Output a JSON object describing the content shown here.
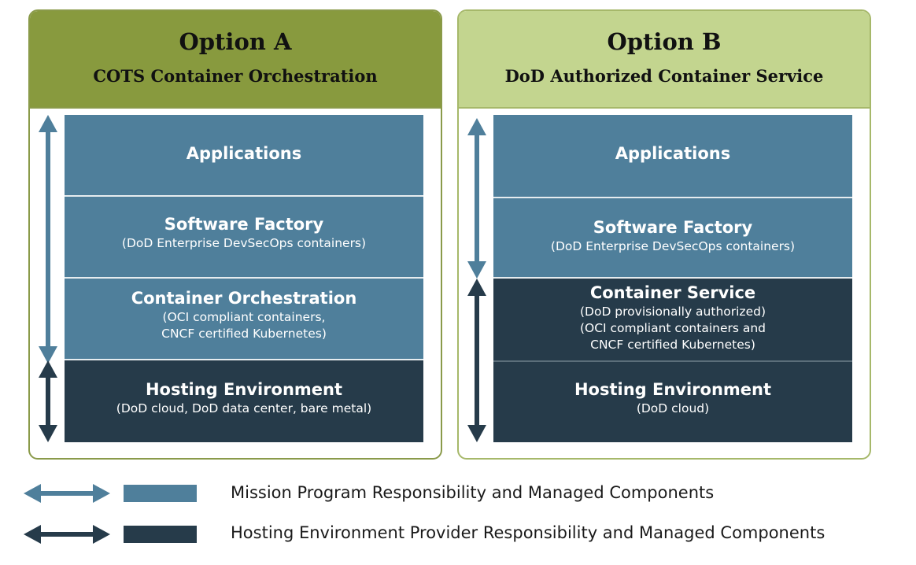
{
  "colors": {
    "mission": "#4f7f9b",
    "hosting": "#263b4a",
    "option_a_header": "#889a3e",
    "option_b_header": "#c3d58f"
  },
  "option_a": {
    "title": "Option A",
    "subtitle": "COTS Container Orchestration",
    "layers": [
      {
        "title": "Applications",
        "desc": ""
      },
      {
        "title": "Software Factory",
        "desc": "(DoD Enterprise DevSecOps containers)"
      },
      {
        "title": "Container Orchestration",
        "desc": "(OCI compliant containers,",
        "desc2": "CNCF certified Kubernetes)"
      },
      {
        "title": "Hosting Environment",
        "desc": "(DoD cloud, DoD data center, bare metal)"
      }
    ]
  },
  "option_b": {
    "title": "Option B",
    "subtitle": "DoD Authorized Container Service",
    "layers": [
      {
        "title": "Applications",
        "desc": ""
      },
      {
        "title": "Software Factory",
        "desc": "(DoD Enterprise DevSecOps containers)"
      },
      {
        "title": "Container Service",
        "desc": "(DoD provisionally authorized)",
        "desc2": "(OCI compliant containers and",
        "desc3": "CNCF certified Kubernetes)"
      },
      {
        "title": "Hosting Environment",
        "desc": "(DoD cloud)"
      }
    ]
  },
  "legend": {
    "mission": "Mission Program Responsibility and Managed Components",
    "hosting": "Hosting Environment Provider Responsibility and Managed Components"
  }
}
